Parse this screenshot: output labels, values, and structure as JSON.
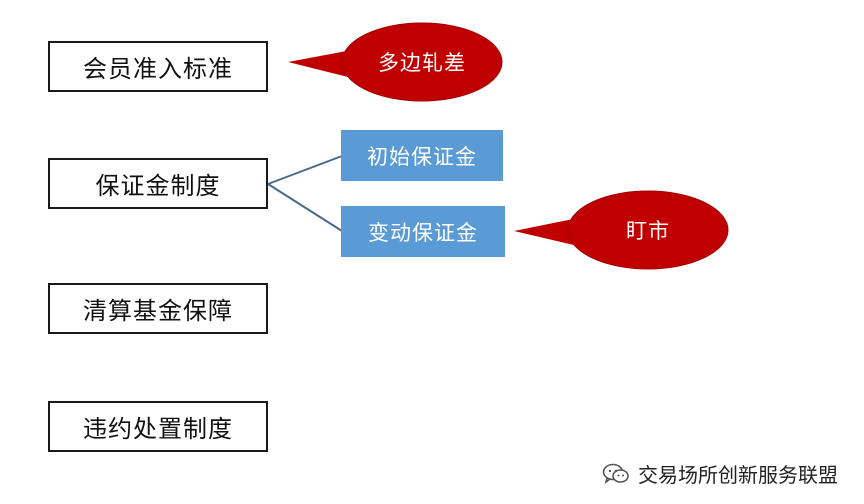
{
  "diagram": {
    "boxes": [
      {
        "label": "会员准入标准"
      },
      {
        "label": "保证金制度"
      },
      {
        "label": "清算基金保障"
      },
      {
        "label": "违约处置制度"
      }
    ],
    "sub_boxes": [
      {
        "label": "初始保证金"
      },
      {
        "label": "变动保证金"
      }
    ],
    "callouts": [
      {
        "label": "多边轧差"
      },
      {
        "label": "盯市"
      }
    ],
    "colors": {
      "box_border": "#1a1a1a",
      "sub_box_fill": "#5b9bd5",
      "callout_fill": "#c00000",
      "connector": "#4a6a8a"
    }
  },
  "watermark": {
    "icon": "wechat-icon",
    "text": "交易场所创新服务联盟"
  }
}
